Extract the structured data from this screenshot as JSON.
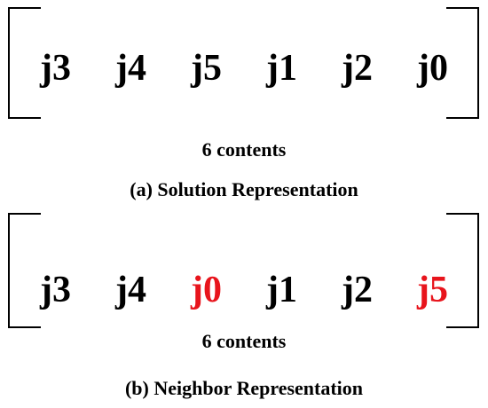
{
  "colors": {
    "normal": "#000000",
    "highlight": "#e8141c"
  },
  "panel_a": {
    "items": [
      {
        "label": "j3",
        "highlight": false
      },
      {
        "label": "j4",
        "highlight": false
      },
      {
        "label": "j5",
        "highlight": false
      },
      {
        "label": "j1",
        "highlight": false
      },
      {
        "label": "j2",
        "highlight": false
      },
      {
        "label": "j0",
        "highlight": false
      }
    ],
    "count_label": "6 contents",
    "caption": "(a) Solution Representation"
  },
  "panel_b": {
    "items": [
      {
        "label": "j3",
        "highlight": false
      },
      {
        "label": "j4",
        "highlight": false
      },
      {
        "label": "j0",
        "highlight": true
      },
      {
        "label": "j1",
        "highlight": false
      },
      {
        "label": "j2",
        "highlight": false
      },
      {
        "label": "j5",
        "highlight": true
      }
    ],
    "count_label": "6 contents",
    "caption": "(b) Neighbor Representation"
  }
}
